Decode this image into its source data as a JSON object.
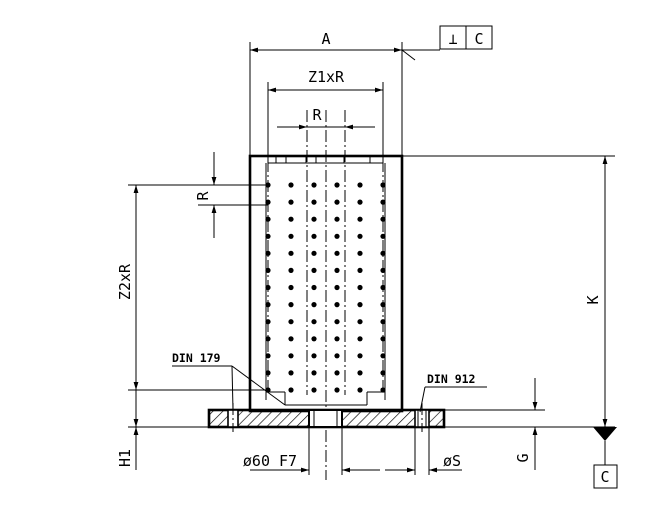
{
  "labels": {
    "a": "A",
    "z1xr": "Z1xR",
    "r_top": "R",
    "r_side": "R",
    "z2xr": "Z2xR",
    "k": "K",
    "h1": "H1",
    "g": "G",
    "phi60": "ø60 F7",
    "phis": "øS",
    "din179": "DIN 179",
    "din912": "DIN 912"
  },
  "frames": {
    "perpendicularity_symbol": "⊥",
    "datum_ref": "C",
    "datum_label": "C"
  },
  "hole_grid": {
    "columns": 6,
    "rows": 13
  }
}
